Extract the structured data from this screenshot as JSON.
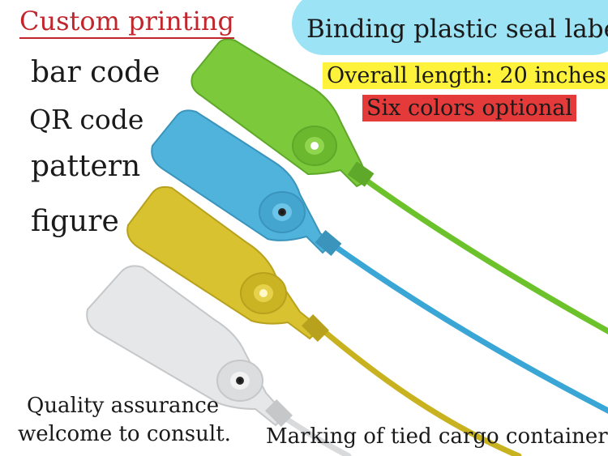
{
  "text": {
    "custom_printing": "Custom printing",
    "features": [
      "bar code",
      "QR code",
      "pattern",
      "figure"
    ],
    "title": "Binding plastic seal label",
    "length": "Overall length: 20 inches",
    "colors": "Six colors optional",
    "quality": "Quality assurance",
    "consult": "welcome to consult.",
    "marking": "Marking of tied cargo containers"
  },
  "tags": [
    {
      "color": "green",
      "fill": "#7cc93b",
      "shade": "#5ea82a",
      "strap": "#6cc22a"
    },
    {
      "color": "blue",
      "fill": "#4fb3dc",
      "shade": "#3a94bb",
      "strap": "#3aa6d6"
    },
    {
      "color": "yellow",
      "fill": "#d8c22f",
      "shade": "#b8a11c",
      "strap": "#c9b21f"
    },
    {
      "color": "white",
      "fill": "#e6e7e8",
      "shade": "#c5c7c9",
      "strap": "#d9dadb"
    }
  ],
  "palette": {
    "title_bg": "#9be3f5",
    "length_bg": "#fff23a",
    "colors_bg": "#e53a3a",
    "custom_text": "#c0262c"
  }
}
